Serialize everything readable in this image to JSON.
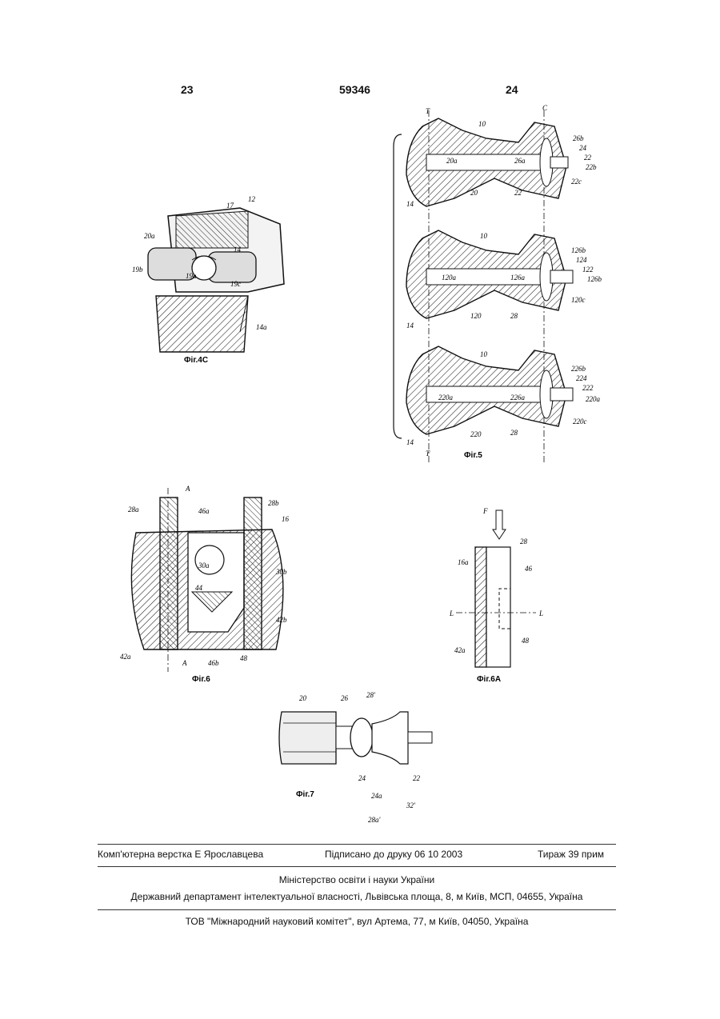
{
  "header": {
    "left_page": "23",
    "patent_no": "59346",
    "right_page": "24"
  },
  "figures": {
    "fig4c": {
      "caption": "Фіг.4С",
      "labels": [
        "17",
        "12",
        "20a",
        "19b",
        "19a",
        "19c",
        "14",
        "14a"
      ]
    },
    "fig5": {
      "caption": "Фіг.5",
      "labels": [
        "T",
        "C",
        "10",
        "26b",
        "24",
        "22",
        "22b",
        "22c",
        "26a",
        "20a",
        "20",
        "22",
        "14",
        "10",
        "126b",
        "124",
        "122",
        "126b",
        "120a",
        "126a",
        "120c",
        "120",
        "28",
        "14",
        "10",
        "226b",
        "224",
        "222",
        "220a",
        "220a",
        "226a",
        "220c",
        "220",
        "28",
        "14",
        "T"
      ]
    },
    "fig6": {
      "caption": "Фіг.6",
      "labels": [
        "A",
        "28a",
        "46a",
        "28b",
        "16",
        "30a",
        "44",
        "30b",
        "42b",
        "42a",
        "A",
        "46b",
        "48"
      ]
    },
    "fig6a": {
      "caption": "Фіг.6A",
      "labels": [
        "F",
        "28",
        "16a",
        "46",
        "L",
        "L",
        "42a",
        "48"
      ]
    },
    "fig7": {
      "caption": "Фіг.7",
      "labels": [
        "20",
        "26",
        "28'",
        "24",
        "22",
        "24a",
        "32'",
        "28a'"
      ]
    }
  },
  "footer": {
    "typesetter": "Комп'ютерна верстка Е  Ярославцева",
    "signed": "Підписано до друку 06 10 2003",
    "circulation": "Тираж 39 прим",
    "ministry": "Міністерство освіти і науки України",
    "department": "Державний департамент інтелектуальної власності, Львівська площа, 8, м  Київ, МСП, 04655, Україна",
    "printer": "ТОВ \"Міжнародний науковий комітет\", вул  Артема, 77, м  Київ, 04050, Україна"
  }
}
